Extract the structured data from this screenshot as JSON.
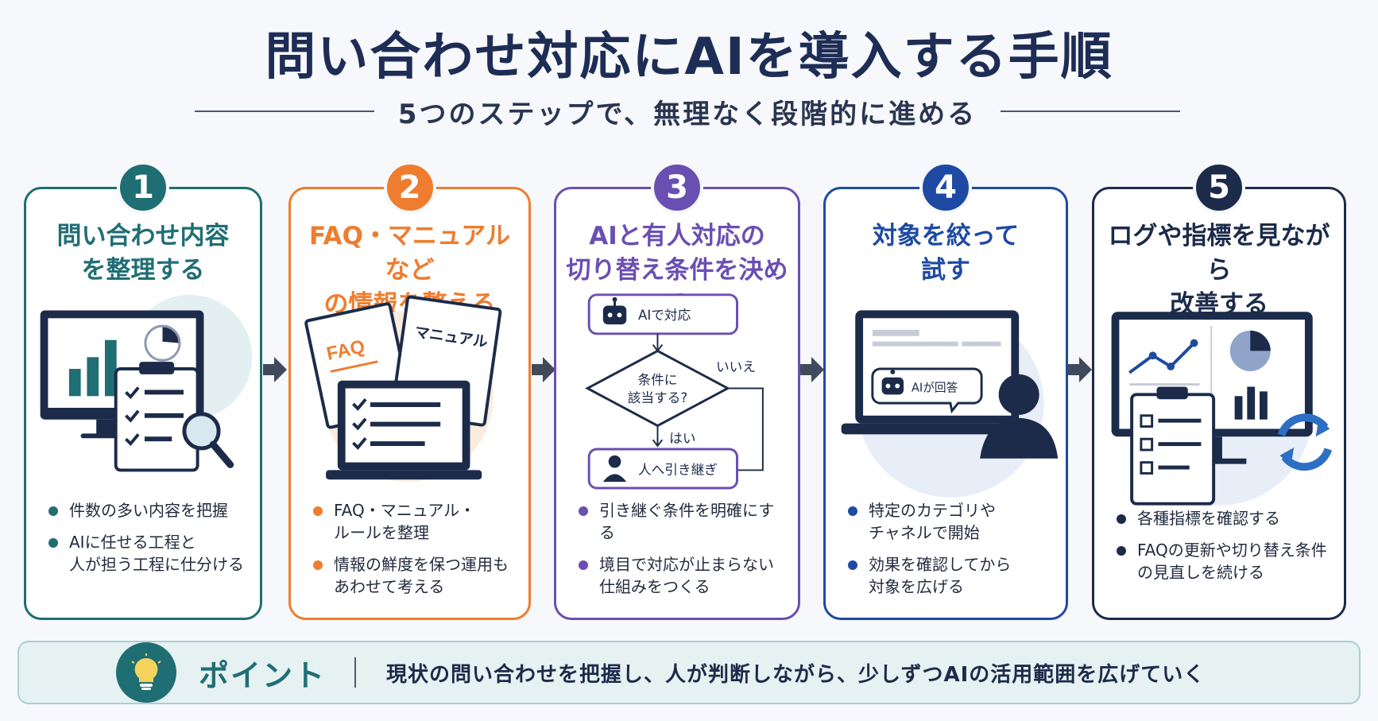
{
  "title": "問い合わせ対応にAIを導入する手順",
  "subtitle": "5つのステップで、無理なく段階的に進める",
  "colors": {
    "step1": "#1f6e74",
    "step2": "#ee7d2f",
    "step3": "#6a4fb2",
    "step4": "#1e4aa3",
    "step5": "#1c2b4a",
    "arrow": "#3f4a5c"
  },
  "steps": [
    {
      "number": "1",
      "title": "問い合わせ内容\nを整理する",
      "bullets": [
        "件数の多い内容を把握",
        "AIに任せる工程と\n人が担う工程に仕分ける"
      ]
    },
    {
      "number": "2",
      "title": "FAQ・マニュアルなど\nの情報を整える",
      "doc_labels": [
        "FAQ",
        "マニュアル"
      ],
      "bullets": [
        "FAQ・マニュアル・\nルールを整理",
        "情報の鮮度を保つ運用も\nあわせて考える"
      ]
    },
    {
      "number": "3",
      "title": "AIと有人対応の\n切り替え条件を決める",
      "flow": {
        "ai": "AIで対応",
        "condition_line1": "条件に",
        "condition_line2": "該当する?",
        "no": "いいえ",
        "yes": "はい",
        "human": "人へ引き継ぎ"
      },
      "bullets": [
        "引き継ぐ条件を明確にする",
        "境目で対応が止まらない\n仕組みをつくる"
      ]
    },
    {
      "number": "4",
      "title": "対象を絞って\n試す",
      "chat": "AIが回答",
      "bullets": [
        "特定のカテゴリや\nチャネルで開始",
        "効果を確認してから\n対象を広げる"
      ]
    },
    {
      "number": "5",
      "title": "ログや指標を見ながら\n改善する",
      "bullets": [
        "各種指標を確認する",
        "FAQの更新や切り替え条件\nの見直しを続ける"
      ]
    }
  ],
  "point": {
    "label": "ポイント",
    "text": "現状の問い合わせを把握し、人が判断しながら、少しずつAIの活用範囲を広げていく"
  }
}
